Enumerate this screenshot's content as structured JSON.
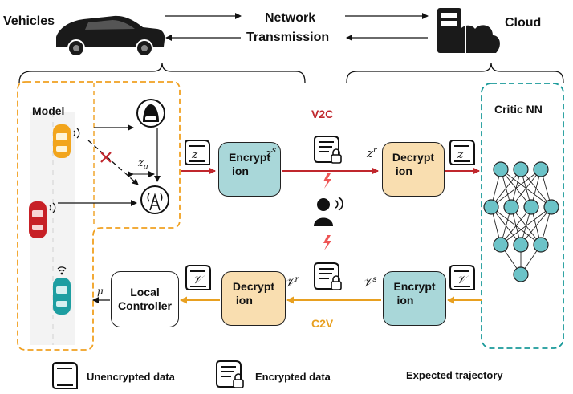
{
  "header": {
    "vehicles": "Vehicles",
    "network_line1": "Network",
    "network_line2": "Transmission",
    "cloud": "Cloud"
  },
  "left_panel": {
    "title": "Model",
    "z_alpha": "z",
    "z_alpha_sub": "a"
  },
  "boxes": {
    "encrypt_top_line1": "Encrypt",
    "encrypt_top_line2": "ion",
    "decrypt_top_line1": "Decrypt",
    "decrypt_top_line2": "ion",
    "encrypt_bottom_line1": "Encrypt",
    "encrypt_bottom_line2": "ion",
    "decrypt_bottom_line1": "Decrypt",
    "decrypt_bottom_line2": "ion",
    "local_controller_line1": "Local",
    "local_controller_line2": "Controller"
  },
  "channels": {
    "v2c": "V2C",
    "c2v": "C2V"
  },
  "symbols": {
    "z": "z",
    "zs_base": "z",
    "zs_sup": "s",
    "zr_base": "z",
    "zr_sup": "r",
    "v": "𝒱",
    "vs_base": "𝒱",
    "vs_sup": "s",
    "vr_base": "𝒱",
    "vr_sup": "r",
    "mu": "μ"
  },
  "right_panel": {
    "title": "Critic NN"
  },
  "legend": {
    "unencrypted": "Unencrypted data",
    "encrypted": "Encrypted data",
    "expected": "Expected trajectory"
  },
  "colors": {
    "orange_dash": "#f0a020",
    "teal_dash": "#1a9a9a",
    "red_arrow": "#c0272d",
    "orange_arrow": "#e8a020",
    "encrypt_fill": "#a9d7d9",
    "decrypt_fill": "#f9deb0",
    "node_fill": "#6cc3c8",
    "v2c_text": "#c0272d",
    "c2v_text": "#e8a020"
  }
}
